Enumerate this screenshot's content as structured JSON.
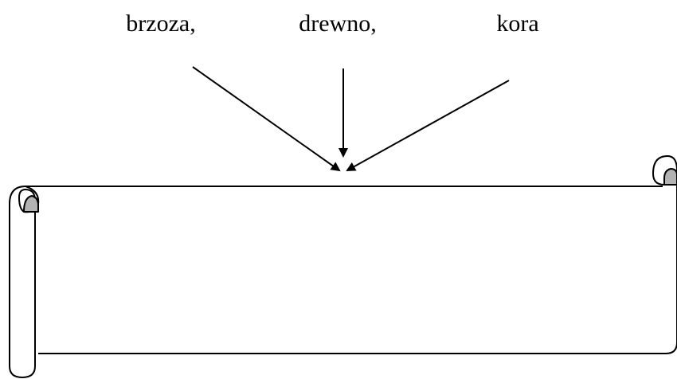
{
  "words": [
    "brzoza,",
    "drewno,",
    "kora"
  ],
  "colors": {
    "stroke": "#000000",
    "curl_fill": "#b3b3b3",
    "background": "#ffffff"
  },
  "icons": {
    "scroll": "scroll-banner-icon",
    "arrow": "arrow-down-icon"
  }
}
